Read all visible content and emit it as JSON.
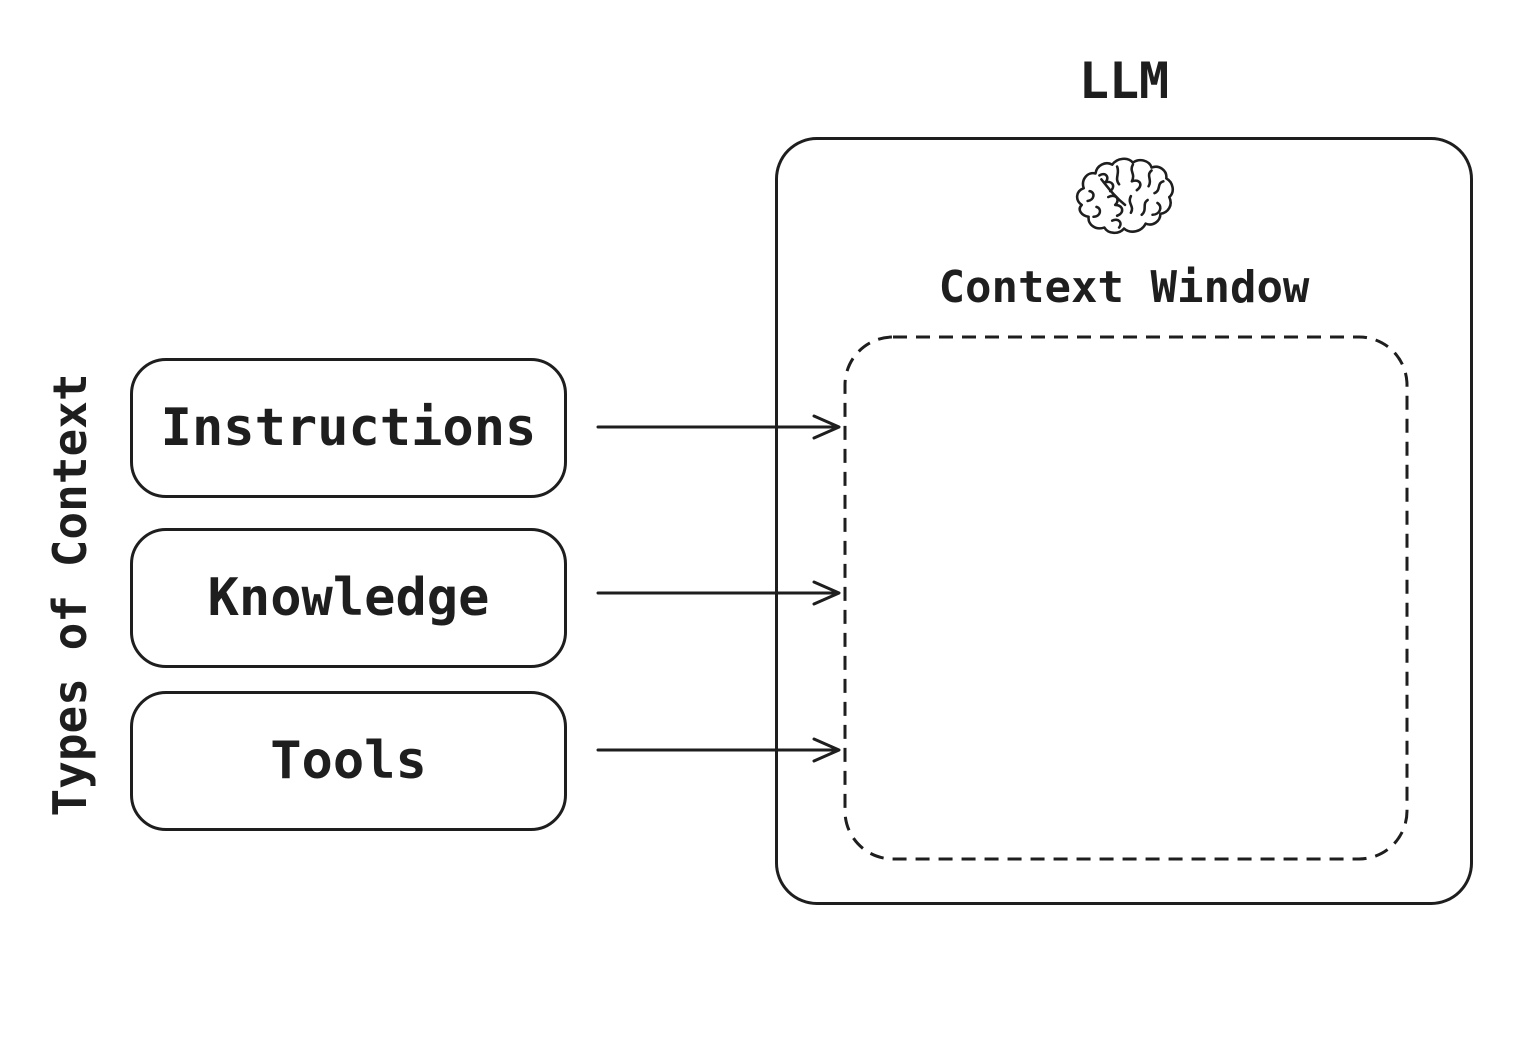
{
  "page": {
    "background": "#ffffff",
    "ink_color": "#1e1e1e"
  },
  "sidebar": {
    "label": "Types of Context"
  },
  "context_types": [
    {
      "label": "Instructions"
    },
    {
      "label": "Knowledge"
    },
    {
      "label": "Tools"
    }
  ],
  "llm": {
    "title": "LLM",
    "icon": "brain-icon",
    "context_window": {
      "label": "Context Window"
    }
  }
}
